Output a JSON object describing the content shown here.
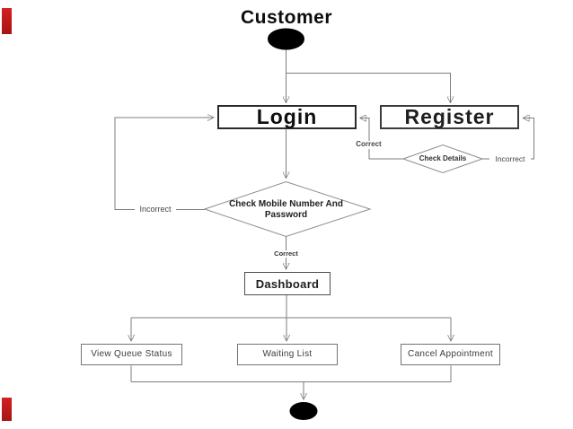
{
  "diagram": {
    "title": "Customer",
    "nodes": {
      "start": {
        "shape": "filled-ellipse"
      },
      "login": {
        "label": "Login"
      },
      "register": {
        "label": "Register"
      },
      "check_details": {
        "label": "Check Details"
      },
      "check_mobile": {
        "line1": "Check Mobile Number And",
        "line2": "Password"
      },
      "dashboard": {
        "label": "Dashboard"
      },
      "view_queue": {
        "label": "View Queue Status"
      },
      "waiting_list": {
        "label": "Waiting List"
      },
      "cancel_appointment": {
        "label": "Cancel Appointment"
      },
      "end": {
        "shape": "filled-ellipse"
      }
    },
    "edge_labels": {
      "register_correct": "Correct",
      "register_incorrect": "Incorrect",
      "login_incorrect": "Incorrect",
      "login_correct": "Correct"
    },
    "colors": {
      "connector": "#7d7d7d",
      "arrowhead": "#141414",
      "box_border_dark": "#2a2a2a",
      "box_border_mid": "#4e4e4e",
      "box_border_light": "#747474",
      "diamond_border": "#8c8c8c",
      "terminal_fill": "#000000",
      "text_dark": "#0f0f0f",
      "text_label": "#454545",
      "background": "#ffffff",
      "accent_red": "#c71a1a"
    }
  }
}
